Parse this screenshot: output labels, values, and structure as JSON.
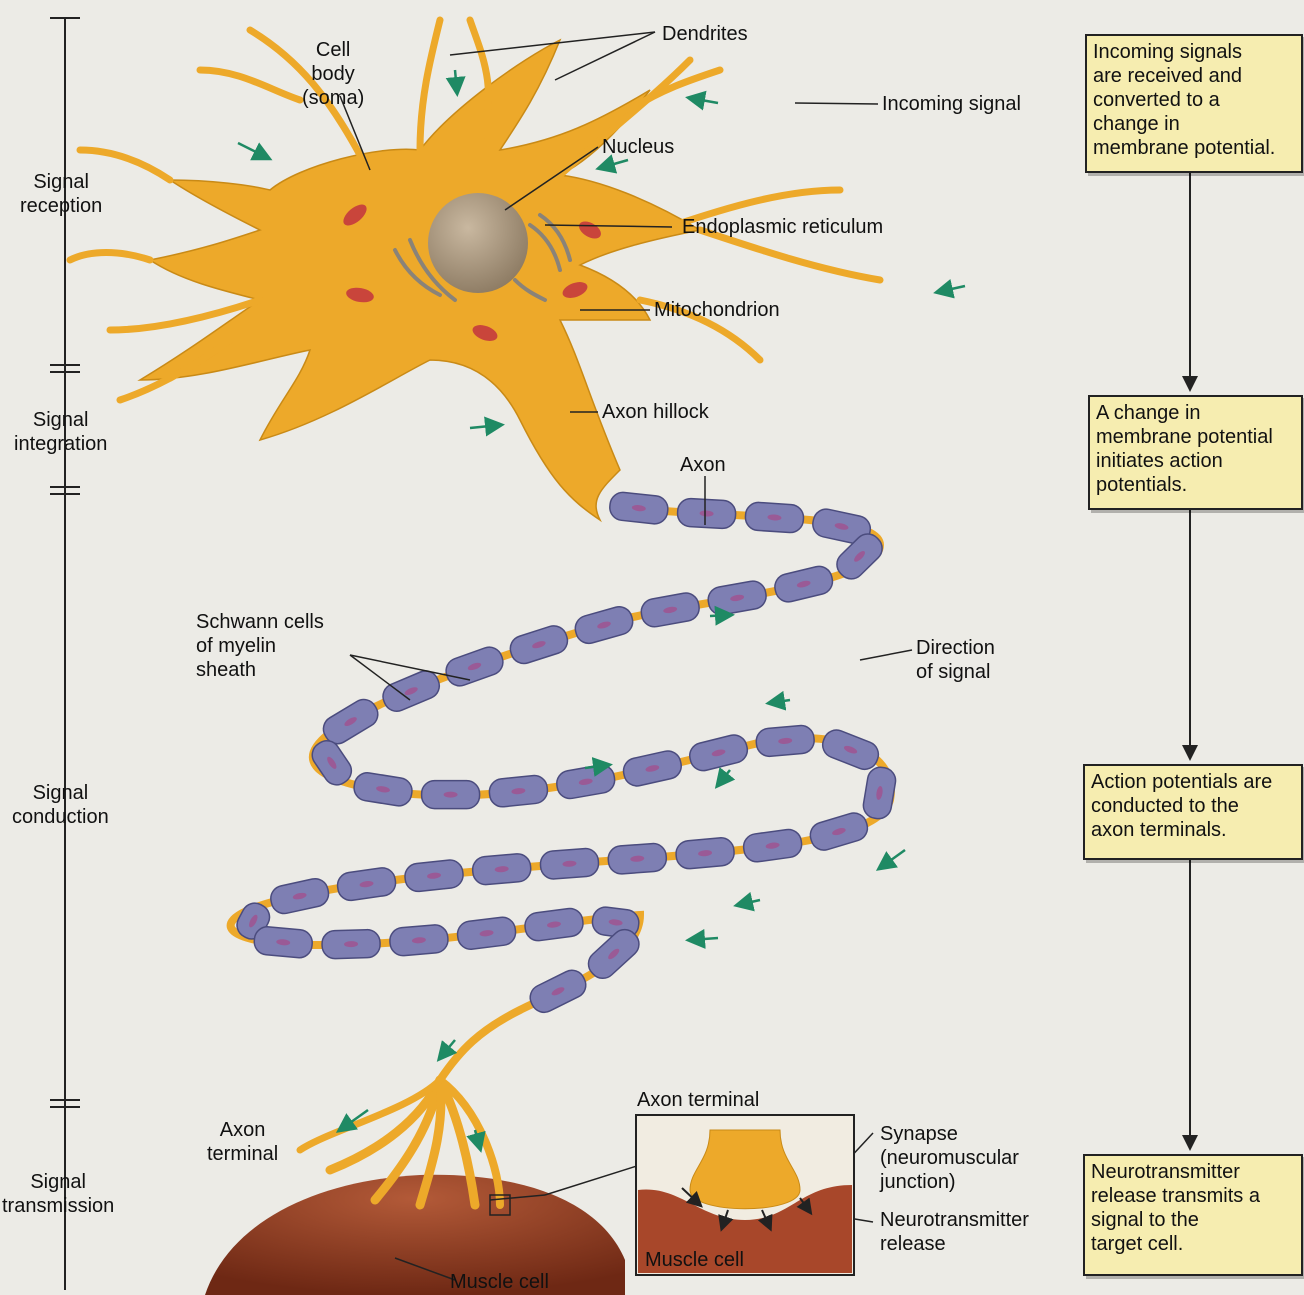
{
  "stages": [
    {
      "label": "Signal\nreception"
    },
    {
      "label": "Signal\nintegration"
    },
    {
      "label": "Signal\nconduction"
    },
    {
      "label": "Signal\ntransmission"
    }
  ],
  "boxes": [
    {
      "text": "Incoming signals\nare received and\nconverted to a\nchange in\nmembrane potential."
    },
    {
      "text": "A change in\nmembrane  potential\ninitiates action\npotentials."
    },
    {
      "text": "Action potentials are\nconducted to the\naxon terminals."
    },
    {
      "text": "Neurotransmitter\nrelease transmits a\nsignal to the\ntarget cell."
    }
  ],
  "labels": {
    "cell_body": "Cell\nbody\n(soma)",
    "dendrites": "Dendrites",
    "incoming_signal": "Incoming signal",
    "nucleus": "Nucleus",
    "er": "Endoplasmic reticulum",
    "mitochondrion": "Mitochondrion",
    "axon_hillock": "Axon hillock",
    "axon": "Axon",
    "schwann": "Schwann cells\nof myelin\nsheath",
    "direction": "Direction\nof signal",
    "axon_terminal_left": "Axon\nterminal",
    "axon_terminal_inset": "Axon terminal",
    "synapse": "Synapse\n(neuromuscular\njunction)",
    "nt_release": "Neurotransmitter\nrelease",
    "muscle_cell_inset": "Muscle cell",
    "muscle_cell": "Muscle cell"
  },
  "colors": {
    "neuron": "#eda92a",
    "myelin": "#7e7fb3",
    "muscle": "#8e3d24",
    "box_fill": "#f6edb0",
    "arrow_green": "#1f8a64",
    "nucleus": "#a9967f"
  }
}
